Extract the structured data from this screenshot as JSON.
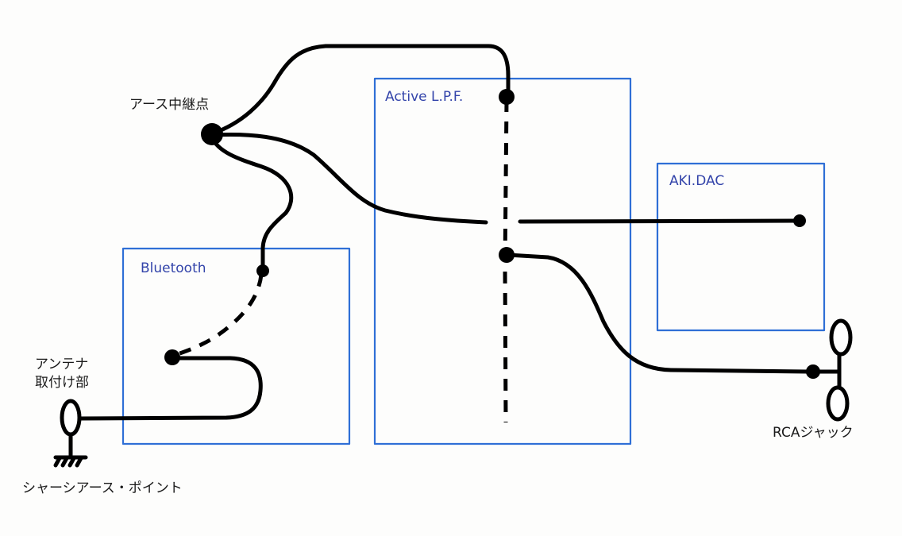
{
  "labels": {
    "earth_relay": "アース中継点",
    "antenna_line1": "アンテナ",
    "antenna_line2": "取付け部",
    "chassis_ground": "シャーシアース・ポイント",
    "rca_jack": "RCAジャック"
  },
  "boxes": {
    "bluetooth": "Bluetooth",
    "active_lpf": "Active L.P.F.",
    "aki_dac": "AKI.DAC"
  },
  "colors": {
    "box_stroke": "#2f6fd6",
    "box_label": "#3344aa",
    "wire": "#000000"
  }
}
